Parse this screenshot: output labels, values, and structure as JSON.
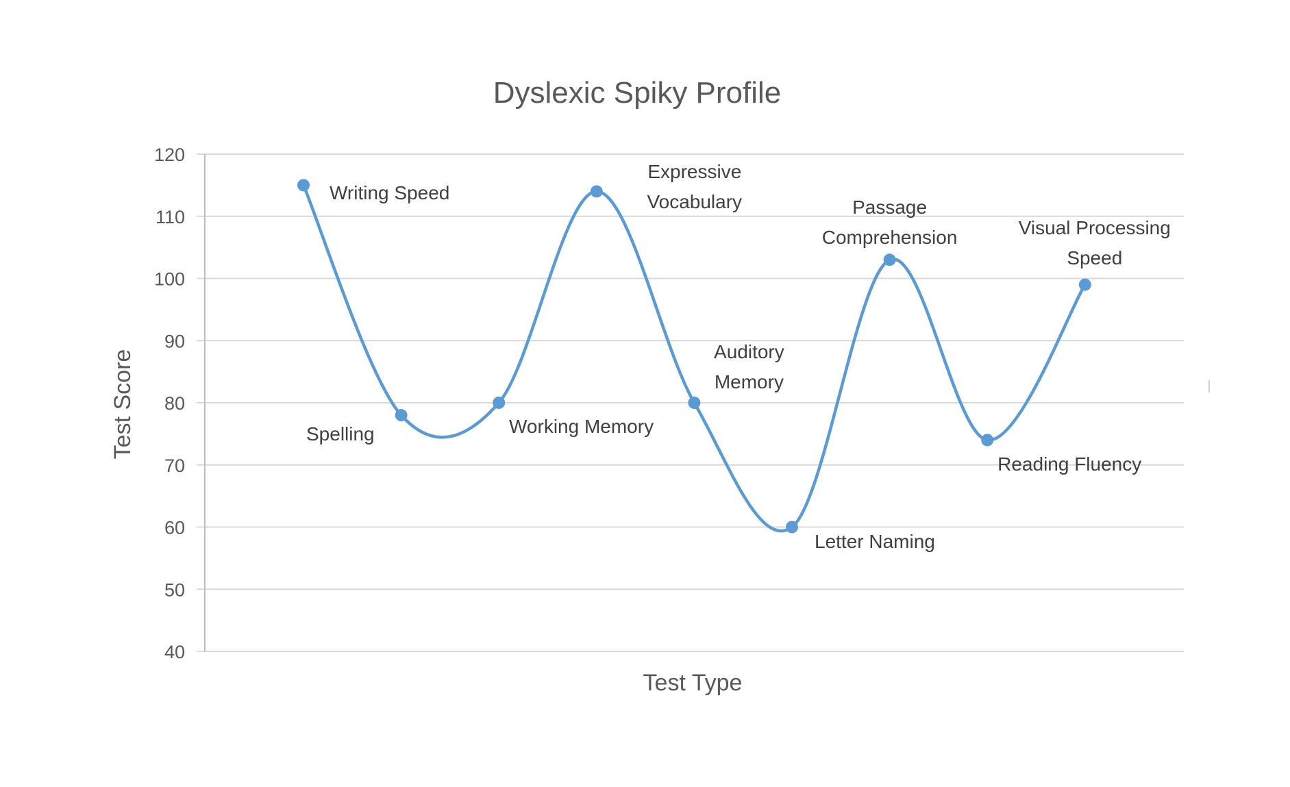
{
  "chart_data": {
    "type": "line",
    "title": "Dyslexic Spiky Profile",
    "xlabel": "Test Type",
    "ylabel": "Test Score",
    "ylim": [
      40,
      120
    ],
    "yticks": [
      40,
      50,
      60,
      70,
      80,
      90,
      100,
      110,
      120
    ],
    "grid": true,
    "legend": "none",
    "smoothed": true,
    "categories": [
      "Writing Speed",
      "Spelling",
      "Working Memory",
      "Expressive Vocabulary",
      "Auditory Memory",
      "Letter Naming",
      "Passage Comprehension",
      "Reading Fluency",
      "Visual Processing Speed"
    ],
    "series": [
      {
        "name": "Test Score",
        "color": "#5b9bd5",
        "values": [
          115,
          78,
          80,
          114,
          80,
          60,
          103,
          74,
          99
        ]
      }
    ],
    "data_labels": [
      {
        "lines": [
          "Writing Speed"
        ],
        "position": "right"
      },
      {
        "lines": [
          "Spelling"
        ],
        "position": "below-left"
      },
      {
        "lines": [
          "Working Memory"
        ],
        "position": "below-right"
      },
      {
        "lines": [
          "Expressive",
          "Vocabulary"
        ],
        "position": "above-right"
      },
      {
        "lines": [
          "Auditory",
          "Memory"
        ],
        "position": "above-right"
      },
      {
        "lines": [
          "Letter Naming"
        ],
        "position": "right"
      },
      {
        "lines": [
          "Passage",
          "Comprehension"
        ],
        "position": "above"
      },
      {
        "lines": [
          "Reading Fluency"
        ],
        "position": "below"
      },
      {
        "lines": [
          "Visual Processing",
          "Speed"
        ],
        "position": "above"
      }
    ]
  },
  "colors": {
    "series": "#5b9bd5",
    "gridline": "#d9d9d9",
    "axis": "#bfbfbf",
    "text": "#595959",
    "label": "#404040"
  }
}
